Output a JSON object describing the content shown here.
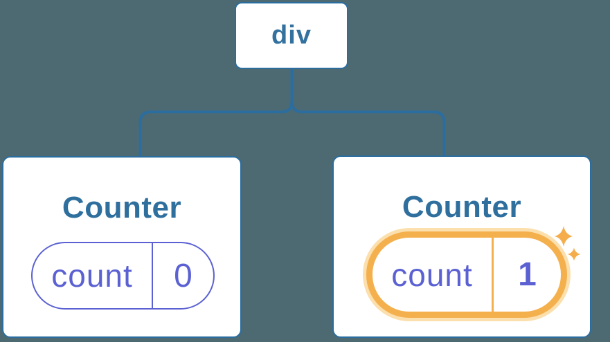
{
  "diagram": {
    "root": {
      "label": "div"
    },
    "children": [
      {
        "title": "Counter",
        "state": {
          "label": "count",
          "value": "0"
        },
        "highlighted": false
      },
      {
        "title": "Counter",
        "state": {
          "label": "count",
          "value": "1"
        },
        "highlighted": true
      }
    ]
  },
  "colors": {
    "background": "#4D6A72",
    "connector_blue": "#2B6D9E",
    "node_text_blue": "#33729F",
    "title_blue": "#2F6F9E",
    "state_purple": "#5B61D2",
    "highlight_orange": "#F5B04E",
    "highlight_halo": "#FBDFAC",
    "sparkle_orange": "#F5AD4B",
    "card_background": "#FFFFFF"
  }
}
